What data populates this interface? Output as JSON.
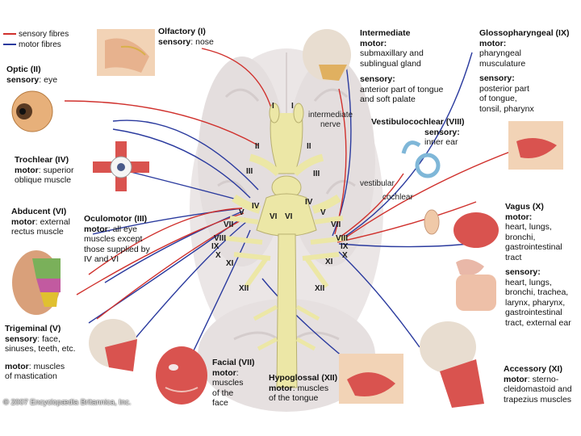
{
  "legend": {
    "sensory": "sensory fibres",
    "motor": "motor fibres",
    "sensory_color": "#d0312d",
    "motor_color": "#2a3a9e"
  },
  "nerves": {
    "olfactory": {
      "name": "Olfactory (I)",
      "line1_bold": "sensory",
      "line1_rest": ": nose"
    },
    "optic": {
      "name": "Optic (II)",
      "line1_bold": "sensory",
      "line1_rest": ": eye"
    },
    "trochlear": {
      "name": "Trochlear (IV)",
      "line1_bold": "motor",
      "line1_rest": ": superior",
      "line2": "oblique muscle"
    },
    "abducent": {
      "name": "Abducent (VI)",
      "line1_bold": "motor",
      "line1_rest": ": external",
      "line2": "rectus muscle"
    },
    "oculomotor": {
      "name": "Oculomotor (III)",
      "line1_bold": "motor",
      "line1_rest": ": all eye",
      "line2": "muscles except",
      "line3": "those supplied by",
      "line4": "IV and VI"
    },
    "trigeminal": {
      "name": "Trigeminal (V)",
      "line1_bold": "sensory",
      "line1_rest": ": face,",
      "line2": "sinuses, teeth, etc.",
      "line3_bold": "motor",
      "line3_rest": ": muscles",
      "line4": "of mastication"
    },
    "facial": {
      "name": "Facial (VII)",
      "line1_bold": "motor",
      "line1_rest": ":",
      "line2": "muscles",
      "line3": "of the",
      "line4": "face"
    },
    "hypoglossal": {
      "name": "Hypoglossal (XII)",
      "line1_bold": "motor",
      "line1_rest": ": muscles",
      "line2": "of the tongue"
    },
    "intermediate": {
      "name": "Intermediate",
      "name2": "motor:",
      "line1": "submaxillary and",
      "line2": "sublingual gland",
      "line3_bold": "sensory:",
      "line4": "anterior part of tongue",
      "line5": "and soft palate"
    },
    "glossopharyngeal": {
      "name": "Glossopharyngeal (IX)",
      "line1_bold": "motor:",
      "line2": "pharyngeal",
      "line3": "musculature",
      "line4_bold": "sensory:",
      "line5": "posterior part",
      "line6": "of tongue,",
      "line7": "tonsil, pharynx"
    },
    "vestibulocochlear": {
      "name": "Vestibulocochlear (VIII)",
      "line1_bold": "sensory:",
      "line2": "inner ear"
    },
    "vagus": {
      "name": "Vagus (X)",
      "line1_bold": "motor:",
      "line2": "heart, lungs,",
      "line3": "bronchi,",
      "line4": "gastrointestinal",
      "line5": "tract",
      "line6_bold": "sensory:",
      "line7": "heart, lungs,",
      "line8": "bronchi, trachea,",
      "line9": "larynx, pharynx,",
      "line10": "gastrointestinal",
      "line11": "tract, external ear"
    },
    "accessory": {
      "name": "Accessory (XI)",
      "line1_bold": "motor",
      "line1_rest": ": sterno-",
      "line2": "cleidomastoid and",
      "line3": "trapezius muscles"
    }
  },
  "notes": {
    "intermediate_nerve_1": "intermediate",
    "intermediate_nerve_2": "nerve",
    "vestibular": "vestibular",
    "cochlear": "cochlear"
  },
  "roman": {
    "I": "I",
    "II": "II",
    "III": "III",
    "IV": "IV",
    "V": "V",
    "VI": "VI",
    "VII": "VII",
    "VIII": "VIII",
    "IX": "IX",
    "X": "X",
    "XI": "XI",
    "XII": "XII"
  },
  "copyright": "© 2007 Encyclopædia Britannica, Inc.",
  "colors": {
    "brain": "#e9e4e4",
    "nerve_yellow": "#ece7a6",
    "skin": "#f0c9a8",
    "muscle": "#d9534f"
  }
}
